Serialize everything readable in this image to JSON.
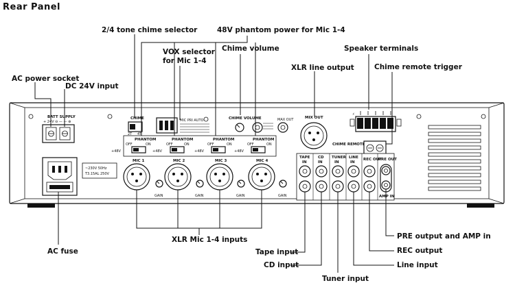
{
  "title": "Rear Panel",
  "callouts": {
    "chime_selector": "2/4 tone chime selector",
    "phantom_power": "48V phantom power for Mic 1-4",
    "vox_selector_1": "VOX selector",
    "vox_selector_2": "for Mic 1-4",
    "chime_volume": "Chime volume",
    "speaker_terminals": "Speaker terminals",
    "xlr_line_output": "XLR line output",
    "chime_remote_trigger": "Chime remote trigger",
    "ac_power_socket": "AC power socket",
    "dc_24v_input": "DC 24V input",
    "ac_fuse": "AC fuse",
    "xlr_mic_inputs": "XLR Mic 1-4 inputs",
    "tape_input": "Tape input",
    "cd_input": "CD input",
    "tuner_input": "Tuner input",
    "line_input": "Line input",
    "rec_output": "REC output",
    "pre_output_amp_in": "PRE output and AMP in"
  },
  "panel": {
    "batt_supply": "BATT SUPPLY",
    "batt_polarity": "+ 24V ⊖ — — ⊕",
    "chime_label": "CHIME",
    "chime_2t": "2T",
    "chime_4t": "4T",
    "vox_label": "MIC  PRI AUTO",
    "chime_volume_label": "CHIME VOLUME",
    "mix_out": "MIX OUT",
    "mix_out_side": "MAX OUT",
    "chime_remote_label": "CHIME REMOTE",
    "phantom_label": "PHANTOM",
    "off": "OFF",
    "on": "ON",
    "plus48v": "+48V",
    "voltage": "~230V 50Hz",
    "fuse_rating": "T3.15AL 250V",
    "mic1": "MIC 1",
    "mic2": "MIC 2",
    "mic3": "MIC 3",
    "mic4": "MIC 4",
    "gain": "GAIN",
    "tape_in_1": "TAPE",
    "tape_in_2": "IN",
    "cd_in_1": "CD",
    "cd_in_2": "IN",
    "tuner_in_1": "TUNER",
    "tuner_in_2": "IN",
    "line_in_1": "LINE",
    "line_in_2": "IN",
    "rec_out": "REC OUT",
    "pre_out": "PRE OUT",
    "amp_in": "AMP IN"
  }
}
